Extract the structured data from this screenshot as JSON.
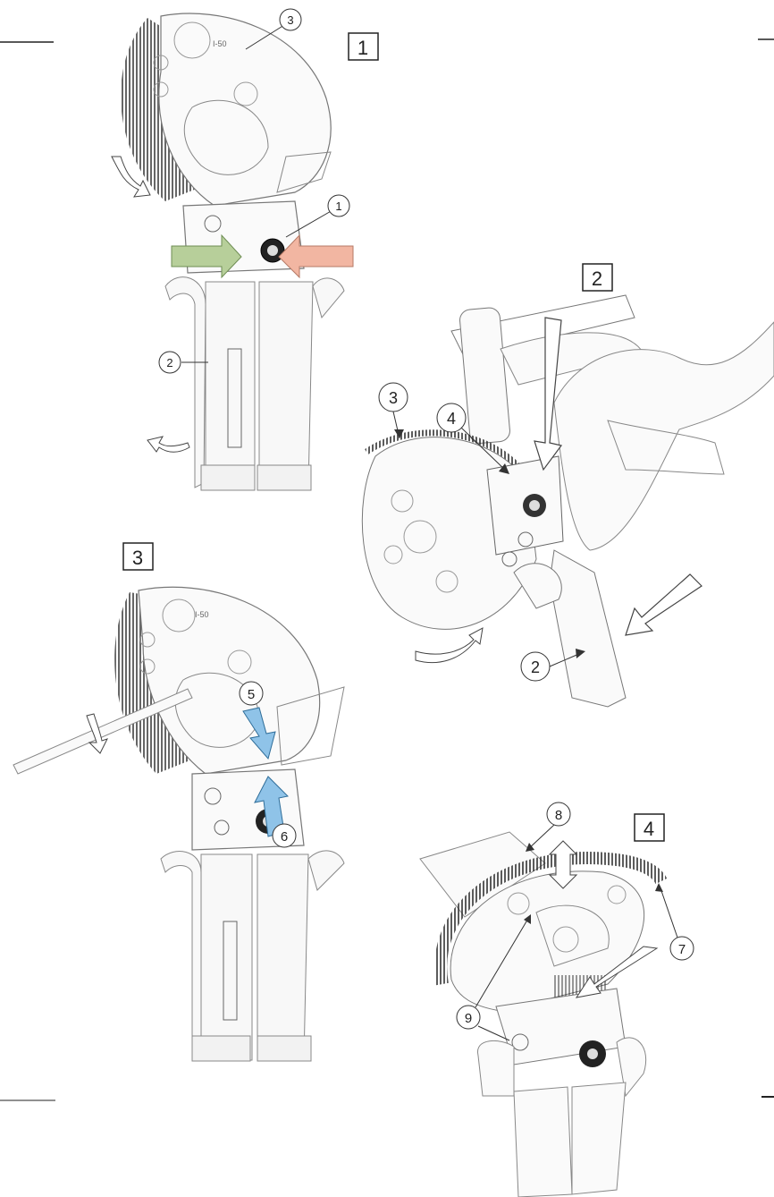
{
  "steps": [
    {
      "label": "1"
    },
    {
      "label": "2"
    },
    {
      "label": "3"
    },
    {
      "label": "4"
    }
  ],
  "callouts": {
    "s1_c1": "1",
    "s1_c2": "2",
    "s1_c3": "3",
    "s2_c2": "2",
    "s2_c3": "3",
    "s2_c4": "4",
    "s3_c5": "5",
    "s3_c6": "6",
    "s4_c7": "7",
    "s4_c8": "8",
    "s4_c9": "9"
  },
  "tool_marking": "I-50",
  "colors": {
    "arrow_green": "#b7cf9a",
    "arrow_pink": "#f2b6a2",
    "arrow_blue": "#8fc3e8",
    "line": "#555555",
    "outline_arrow": "#444444"
  },
  "icons": [
    "hammer-icon",
    "hand-icon",
    "cutter-tool-icon",
    "rotate-arrow-icon"
  ]
}
